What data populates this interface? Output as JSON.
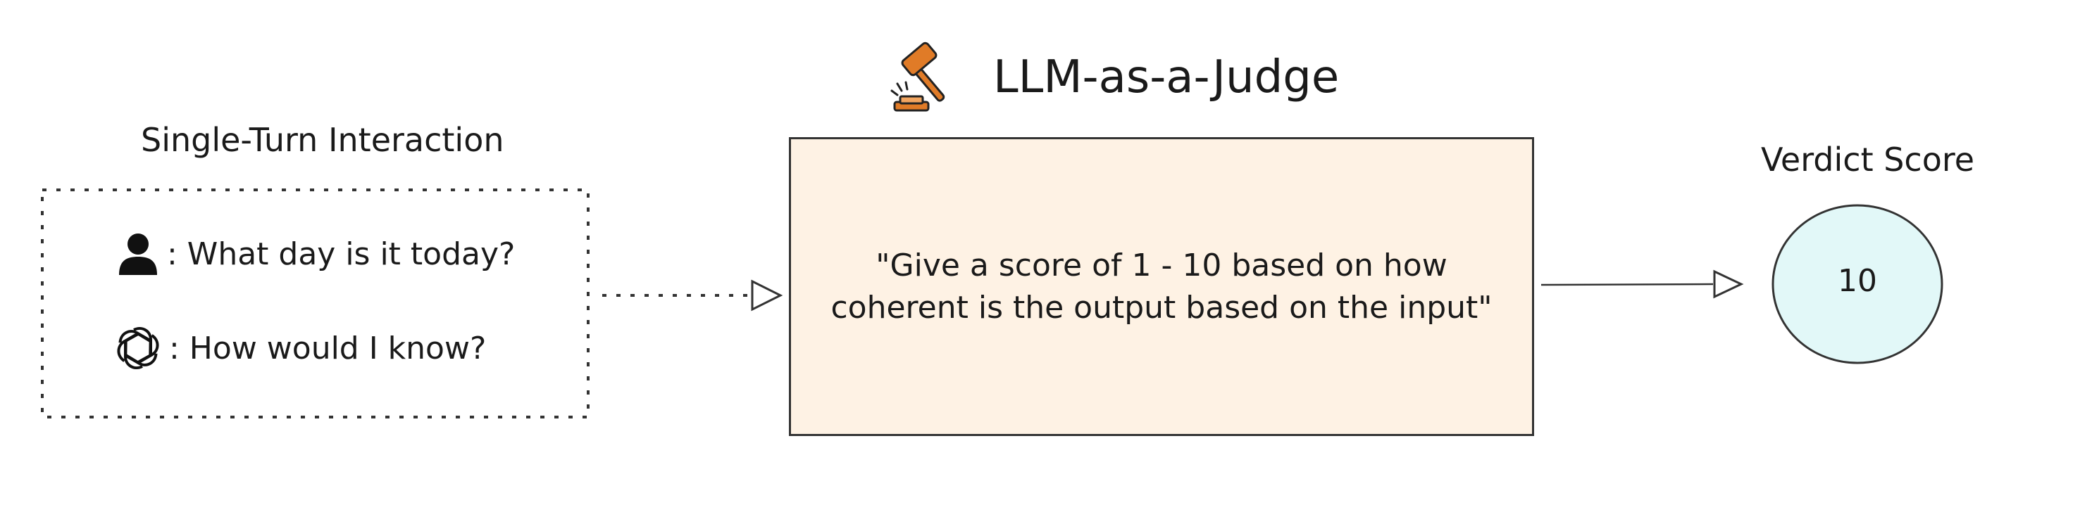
{
  "interaction": {
    "title": "Single-Turn Interaction",
    "user_message": ": What day is it today?",
    "assistant_message": ": How would I know?"
  },
  "judge": {
    "title": "LLM-as-a-Judge",
    "prompt": "\"Give a score of 1 - 10 based on how coherent is the output based on the input\""
  },
  "verdict": {
    "title": "Verdict Score",
    "score": "10"
  },
  "colors": {
    "judge_box_fill": "#fef2e4",
    "score_circle_fill": "#e2f8f8",
    "gavel": "#e07b27",
    "stroke": "#333333"
  }
}
